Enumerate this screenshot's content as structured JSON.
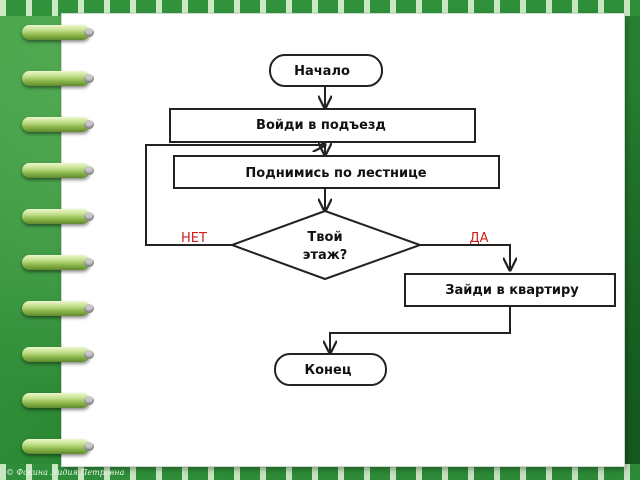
{
  "flowchart": {
    "start": "Начало",
    "step_enter": "Войди в подъезд",
    "step_climb": "Поднимись по лестнице",
    "decision_line1": "Твой",
    "decision_line2": "этаж?",
    "branch_no": "НЕТ",
    "branch_yes": "ДА",
    "step_apartment": "Зайди в квартиру",
    "end": "Конец"
  },
  "colors": {
    "background_green": "#2b8834",
    "branch_label": "#d11d1d",
    "ring_color": "#a8cf62"
  },
  "decorations": {
    "ring_icon_count": 10
  }
}
